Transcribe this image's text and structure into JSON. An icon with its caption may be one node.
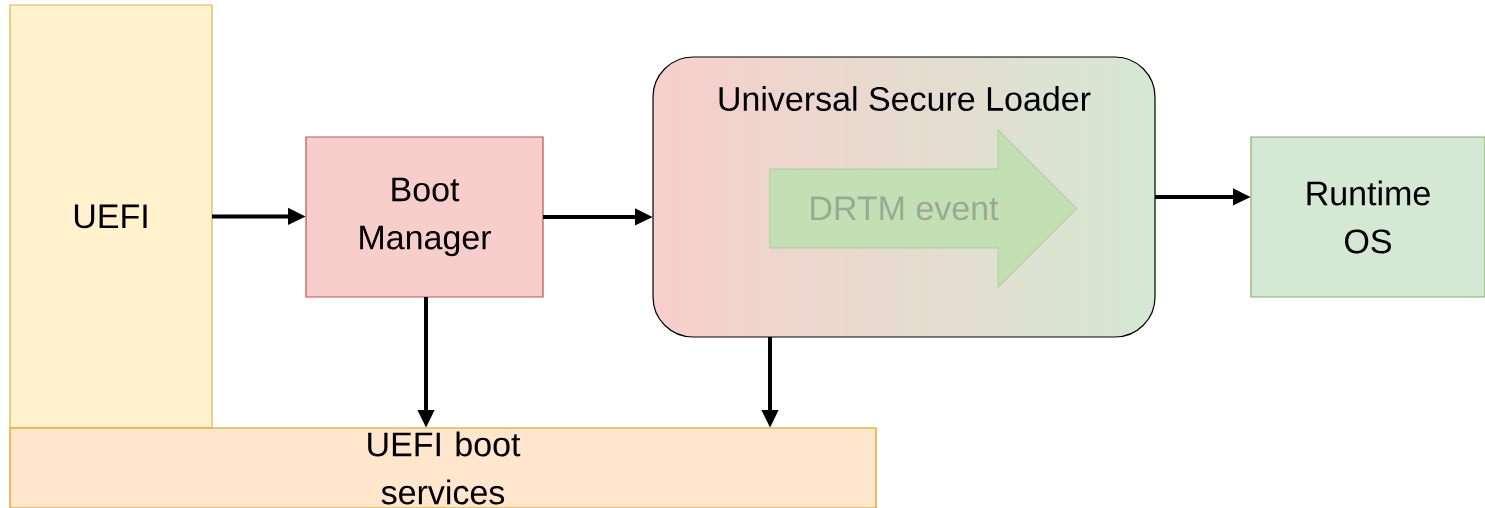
{
  "diagram": {
    "nodes": [
      {
        "text": [
          "UEFI"
        ]
      },
      {
        "text": [
          "Boot Manager"
        ]
      },
      {
        "text": [
          "Universal Secure Loader"
        ]
      },
      {
        "text": [
          "DRTM event"
        ],
        "in": 2
      },
      {
        "text": [
          "Runtime OS"
        ]
      },
      {
        "text": [
          "UEFI boot services"
        ]
      }
    ],
    "edges": [
      {
        "from": 0,
        "to": 1,
        "arrow": "to"
      },
      {
        "from": 1,
        "to": 2,
        "arrow": "to"
      },
      {
        "from": 2,
        "to": 4,
        "arrow": "to"
      },
      {
        "from": 1,
        "to": 5,
        "arrow": "to"
      },
      {
        "from": 2,
        "to": 5,
        "arrow": "to"
      }
    ]
  }
}
